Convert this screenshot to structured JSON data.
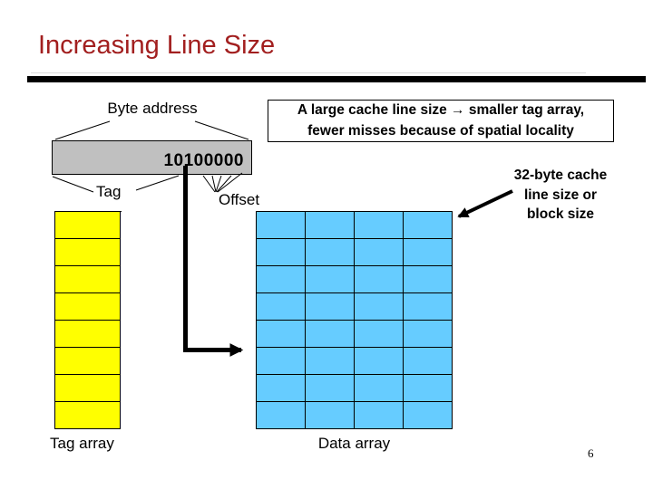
{
  "slide": {
    "title": "Increasing Line Size",
    "page_number": "6"
  },
  "address": {
    "label": "Byte address",
    "value": "10100000",
    "tag_label": "Tag",
    "offset_label": "Offset"
  },
  "callout": {
    "line1": "A large cache line size → smaller tag array,",
    "line2": "fewer misses because of spatial locality"
  },
  "annotation": {
    "line1": "32-byte cache",
    "line2": "line size or",
    "line3": "block size"
  },
  "tag_array": {
    "label": "Tag array",
    "rows": 8,
    "cols": 1,
    "cell_color": "#FFFF00"
  },
  "data_array": {
    "label": "Data array",
    "rows": 8,
    "cols": 4,
    "cell_color": "#66CCFF"
  },
  "colors": {
    "title": "#A21F1F",
    "title_rule": "#000000",
    "address_box_fill": "#C0C0C0",
    "tag_cell_fill": "#FFFF00",
    "data_cell_fill": "#66CCFF",
    "arrow": "#000000"
  }
}
